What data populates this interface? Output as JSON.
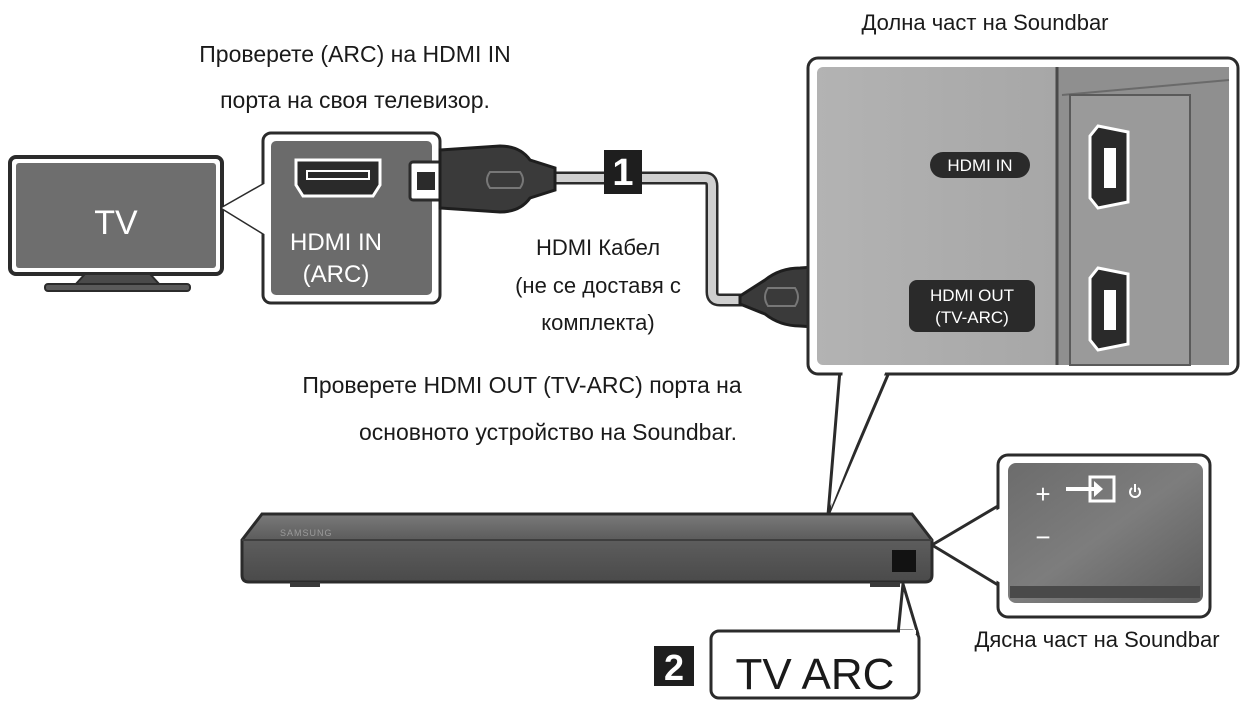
{
  "labels": {
    "bottom_of_soundbar": "Долна част на Soundbar",
    "check_tv_line1": "Проверете (ARC) на HDMI IN",
    "check_tv_line2": "порта на своя телевизор.",
    "tv": "TV",
    "tv_port_line1": "HDMI IN",
    "tv_port_line2": "(ARC)",
    "step1": "1",
    "cable_line1": "HDMI Кабел",
    "cable_line2": "(не се доставя с",
    "cable_line3": "комплекта)",
    "soundbar_hdmi_in": "HDMI IN",
    "soundbar_hdmi_out_line1": "HDMI OUT",
    "soundbar_hdmi_out_line2": "(TV-ARC)",
    "check_soundbar_line1": "Проверете HDMI OUT (TV-ARC) порта на",
    "check_soundbar_line2": "основното устройство на Soundbar.",
    "brand": "SAMSUNG",
    "right_side_of_soundbar": "Дясна част на Soundbar",
    "step2": "2",
    "tv_arc": "TV ARC",
    "plus": "+",
    "minus": "−"
  },
  "icons": [
    "tv-icon",
    "hdmi-port-icon",
    "hdmi-plug-icon",
    "input-source-icon",
    "power-icon"
  ],
  "colors": {
    "panel_dark": "#6b6b6b",
    "panel_light": "#a8a8a8",
    "soundbar": "#5a5a5a",
    "badge": "#1e1e1e",
    "cable": "#cfcfcf"
  }
}
